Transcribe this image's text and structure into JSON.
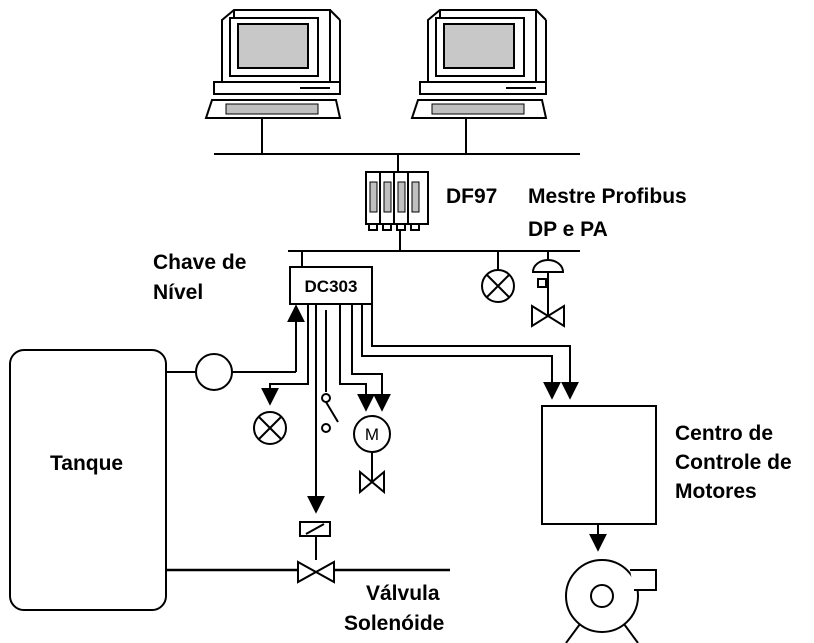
{
  "labels": {
    "master": "DF97",
    "master_desc_line1": "Mestre Profibus",
    "master_desc_line2": "DP e PA",
    "level_switch_line1": "Chave de",
    "level_switch_line2": "Nível",
    "device": "DC303",
    "tank": "Tanque",
    "mcc_line1": "Centro de",
    "mcc_line2": "Controle de",
    "mcc_line3": "Motores",
    "valve_line1": "Válvula",
    "valve_line2": "Solenóide",
    "motor": "M"
  },
  "icons": [
    "computer-icon",
    "plc-rack-icon",
    "lamp-icon",
    "valve-icon",
    "motor-icon",
    "pump-icon",
    "solenoid-icon",
    "switch-icon"
  ],
  "colors": {
    "stroke": "#000000",
    "background": "#ffffff",
    "screen": "#c0c0c0"
  }
}
